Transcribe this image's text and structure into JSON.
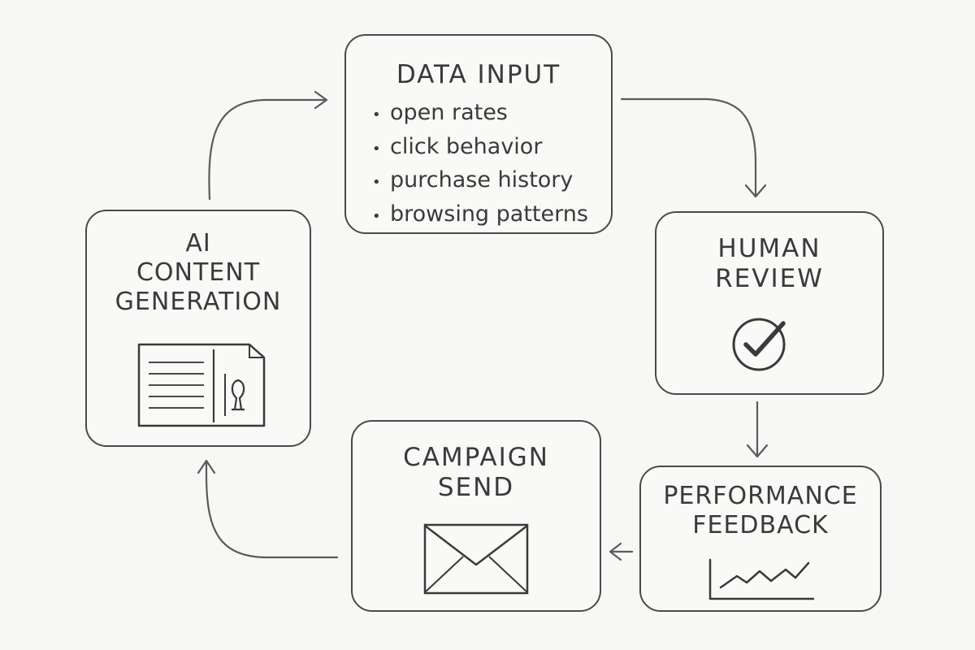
{
  "nodes": {
    "data_input": {
      "title": "DATA INPUT",
      "items": [
        "open rates",
        "click behavior",
        "purchase history",
        "browsing patterns"
      ]
    },
    "human_review": {
      "title_lines": [
        "HUMAN",
        "REVIEW"
      ],
      "icon": "check-circle-icon"
    },
    "performance_feedback": {
      "title_lines": [
        "PERFORMANCE",
        "FEEDBACK"
      ],
      "icon": "line-chart-icon"
    },
    "campaign_send": {
      "title_lines": [
        "CAMPAIGN",
        "SEND"
      ],
      "icon": "envelope-icon"
    },
    "ai_content_generation": {
      "title_lines": [
        "AI",
        "CONTENT",
        "GENERATION"
      ],
      "icon": "document-icon"
    }
  }
}
